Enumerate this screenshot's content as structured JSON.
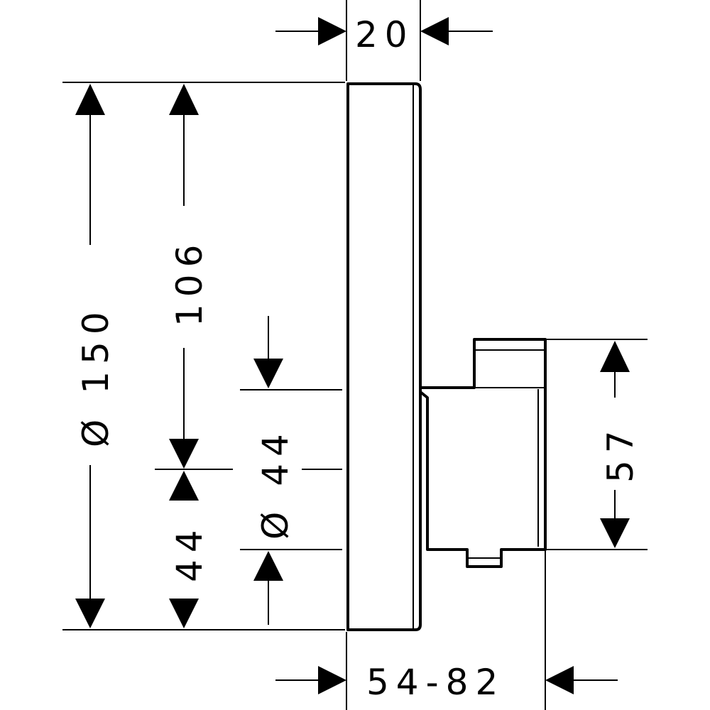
{
  "dimensions": {
    "top_width": "20",
    "outer_diameter": "Ø 150",
    "inner_height": "106",
    "bottom_offset": "44",
    "inner_diameter": "Ø 44",
    "body_height": "57",
    "depth_range": "54-82"
  },
  "colors": {
    "line": "#000000",
    "background": "#ffffff"
  }
}
